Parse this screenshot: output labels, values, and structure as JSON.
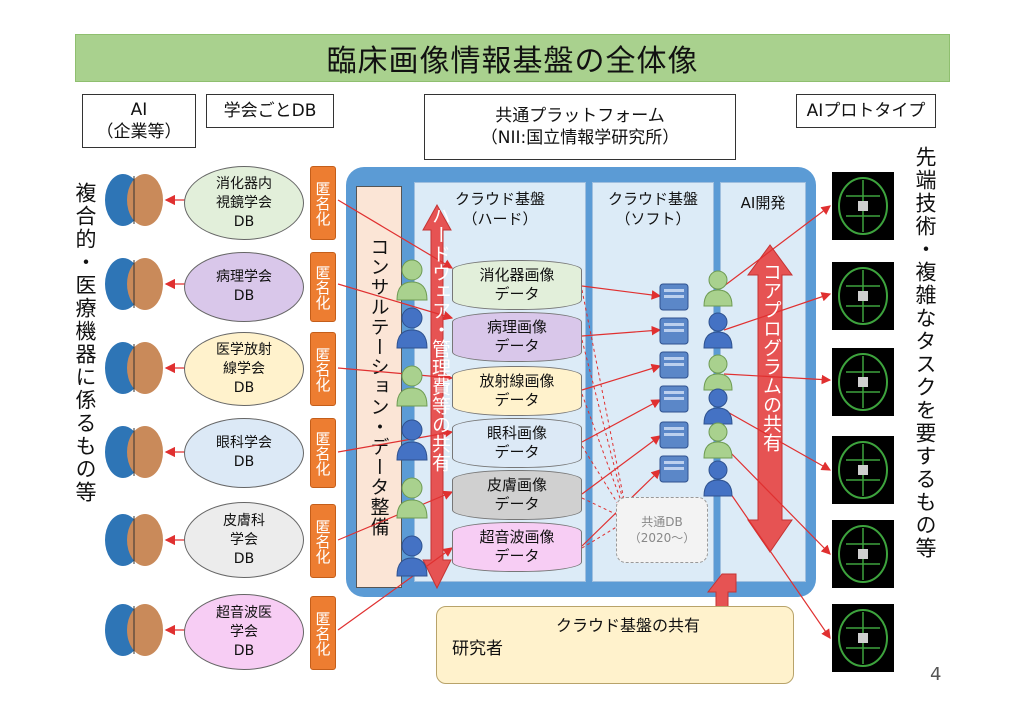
{
  "title": "臨床画像情報基盤の全体像",
  "headers": {
    "ai": "AI\n（企業等）",
    "society_db": "学会ごとDB",
    "platform": "共通プラットフォーム\n（NII:国立情報学研究所）",
    "prototype": "AIプロトタイプ"
  },
  "left_vertical_text": "複合的・医療機器に係るもの等",
  "right_vertical_text": "先端技術・複雑なタスクを要するもの等",
  "societies": [
    {
      "name": "消化器内\n視鏡学会\nDB",
      "color": "#e2efda",
      "anon": "匿名化"
    },
    {
      "name": "病理学会\nDB",
      "color": "#d9c7ea",
      "anon": "匿名化"
    },
    {
      "name": "医学放射\n線学会\nDB",
      "color": "#fff2cc",
      "anon": "匿名化"
    },
    {
      "name": "眼科学会\nDB",
      "color": "#dce9f6",
      "anon": "匿名化"
    },
    {
      "name": "皮膚科\n学会\nDB",
      "color": "#ececec",
      "anon": "匿名化"
    },
    {
      "name": "超音波医\n学会\nDB",
      "color": "#f7cdf4",
      "anon": "匿名化"
    }
  ],
  "consultation": "コンサルテーション・データ整備",
  "columns": {
    "hard": "クラウド基盤\n（ハード）",
    "soft": "クラウド基盤\n（ソフト）",
    "ai_dev": "AI開発"
  },
  "hard_arrow": "ハードウェア・管理費等の共有",
  "core_arrow": "コアプログラムの共有",
  "image_data": [
    {
      "label": "消化器画像\nデータ",
      "color": "#e2efda"
    },
    {
      "label": "病理画像\nデータ",
      "color": "#d9c7ea"
    },
    {
      "label": "放射線画像\nデータ",
      "color": "#fff2cc"
    },
    {
      "label": "眼科画像\nデータ",
      "color": "#dce9f6"
    },
    {
      "label": "皮膚画像\nデータ",
      "color": "#d0d0d0"
    },
    {
      "label": "超音波画像\nデータ",
      "color": "#f7cdf4"
    }
  ],
  "shared_db": "共通DB\n（2020～）",
  "researchers": {
    "label": "研究者",
    "caption": "クラウド基盤の共有"
  },
  "page_number": "4",
  "colors": {
    "title_bg": "#a9d18e",
    "platform_bg": "#5b9bd5",
    "anon_bg": "#ed7d31",
    "arrow_red": "#e65353",
    "person_green": "#a9d18e",
    "person_blue": "#4472c4"
  }
}
